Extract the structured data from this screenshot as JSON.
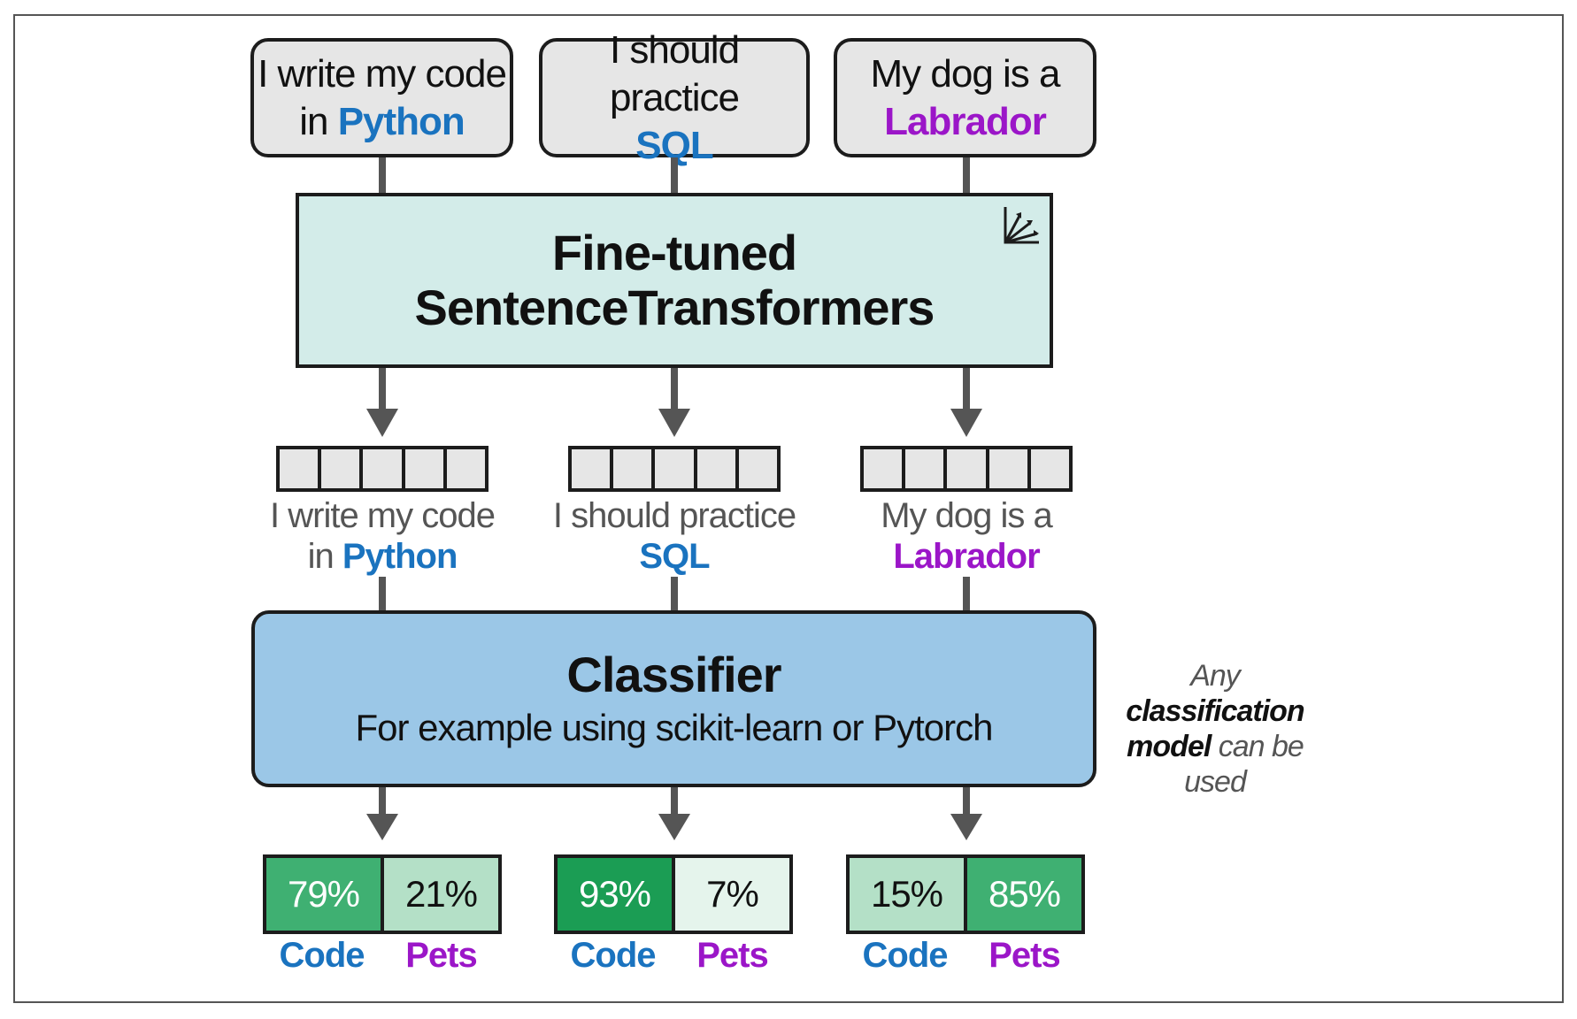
{
  "inputs": [
    {
      "line1": "I write my code",
      "prefix": "in ",
      "keyword": "Python"
    },
    {
      "line1": "I should practice",
      "prefix": "",
      "keyword": "SQL"
    },
    {
      "line1": "My dog is a",
      "prefix": "",
      "keyword": "Labrador"
    }
  ],
  "model": {
    "line1": "Fine-tuned",
    "line2": "SentenceTransformers",
    "icon": "axes-embedding-icon"
  },
  "classifier": {
    "title": "Classifier",
    "subtitle": "For example using scikit-learn or Pytorch"
  },
  "side_note": {
    "part1": "Any ",
    "bold1": "classification",
    "bold2": "model",
    "part2": " can be used"
  },
  "outputs": [
    {
      "code": "79%",
      "pets": "21%"
    },
    {
      "code": "93%",
      "pets": "7%"
    },
    {
      "code": "15%",
      "pets": "85%"
    }
  ],
  "class_labels": {
    "code": "Code",
    "pets": "Pets"
  },
  "output_values": [
    {
      "code": 79,
      "pets": 21
    },
    {
      "code": 93,
      "pets": 7
    },
    {
      "code": 15,
      "pets": 85
    }
  ],
  "colors": {
    "code_keyword": "#1a73bf",
    "pets_keyword": "#9b16c8",
    "connector": "#555555",
    "input_bg": "#e6e6e6",
    "model_bg": "#d3ece9",
    "classifier_bg": "#9bc7e7",
    "green_dark": "#1b9d54",
    "green_medium": "#3fb072",
    "green_light": "#b4e0c7",
    "green_pale": "#e5f4ec"
  }
}
